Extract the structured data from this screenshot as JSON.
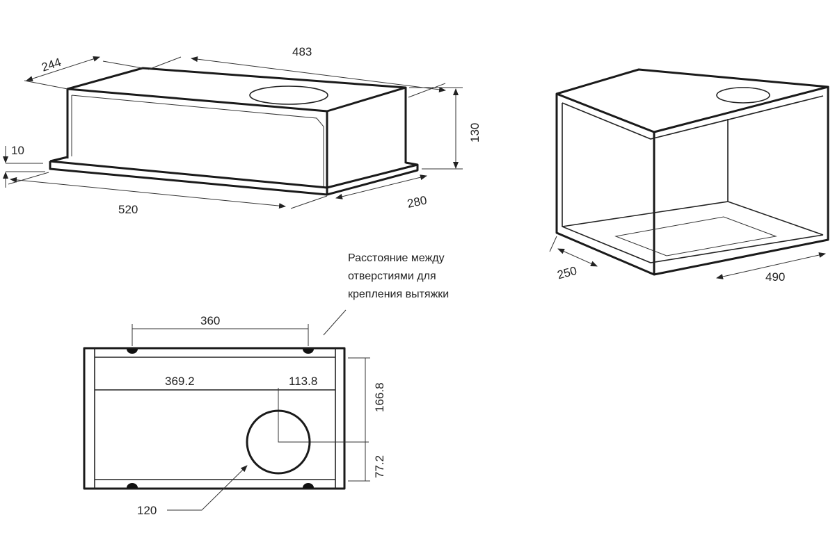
{
  "hood_view": {
    "dim_depth_top": "244",
    "dim_width_top": "483",
    "dim_height": "130",
    "dim_plate": "10",
    "dim_width_bottom": "520",
    "dim_depth_bottom": "280"
  },
  "cabinet_view": {
    "dim_depth": "250",
    "dim_width": "490"
  },
  "top_view": {
    "dim_mount_holes": "360",
    "dim_to_center_x": "369.2",
    "dim_from_center_x": "113.8",
    "dim_to_center_y": "166.8",
    "dim_from_center_y": "77.2",
    "dim_duct_diameter": "120",
    "note_lines": [
      "Расстояние между",
      "отверстиями для",
      "крепления вытяжки"
    ]
  },
  "colors": {
    "line": "#1a1a1a",
    "background": "#ffffff"
  }
}
